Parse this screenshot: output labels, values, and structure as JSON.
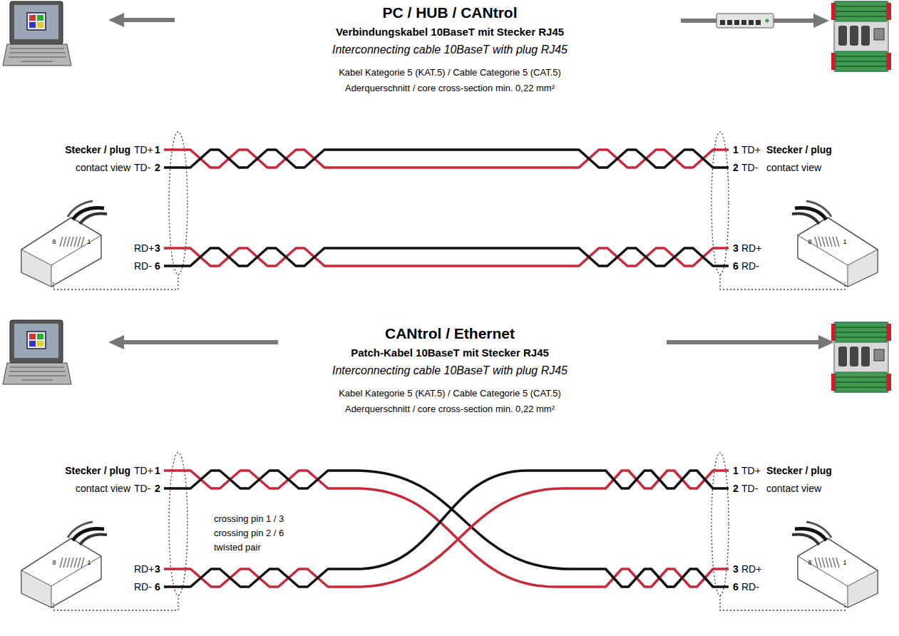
{
  "diagram": {
    "labels": [
      "PC / HUB / CANtrol",
      "Verbindungskabel 10BaseT mit Stecker RJ45",
      "Interconnecting cable 10BaseT with plug RJ45",
      "Kabel Kategorie 5 (KAT.5) / Cable Categorie 5 (CAT.5)",
      "Aderquerschnitt / core cross-section min. 0,22 mm²",
      "Stecker / plug",
      "TD+",
      "1",
      "contact view",
      "TD-",
      "2",
      "RD+",
      "3",
      "RD-",
      "6",
      "1",
      "TD+",
      "Stecker / plug",
      "2",
      "TD-",
      "contact view",
      "3",
      "RD+",
      "6",
      "RD-",
      "8",
      "1",
      "8",
      "1",
      "CANtrol / Ethernet",
      "Patch-Kabel 10BaseT mit Stecker RJ45",
      "Interconnecting cable 10BaseT with plug RJ45",
      "Kabel Kategorie 5 (KAT.5) / Cable Categorie 5 (CAT.5)",
      "Aderquerschnitt / core cross-section min. 0,22 mm²",
      "Stecker / plug",
      "TD+",
      "1",
      "contact view",
      "TD-",
      "2",
      "RD+",
      "3",
      "RD-",
      "6",
      "1",
      "TD+",
      "Stecker / plug",
      "2",
      "TD-",
      "contact view",
      "3",
      "RD+",
      "6",
      "RD-",
      "8",
      "1",
      "8",
      "1",
      "crossing pin 1 / 3",
      "crossing pin 2 / 6",
      "twisted pair"
    ]
  }
}
